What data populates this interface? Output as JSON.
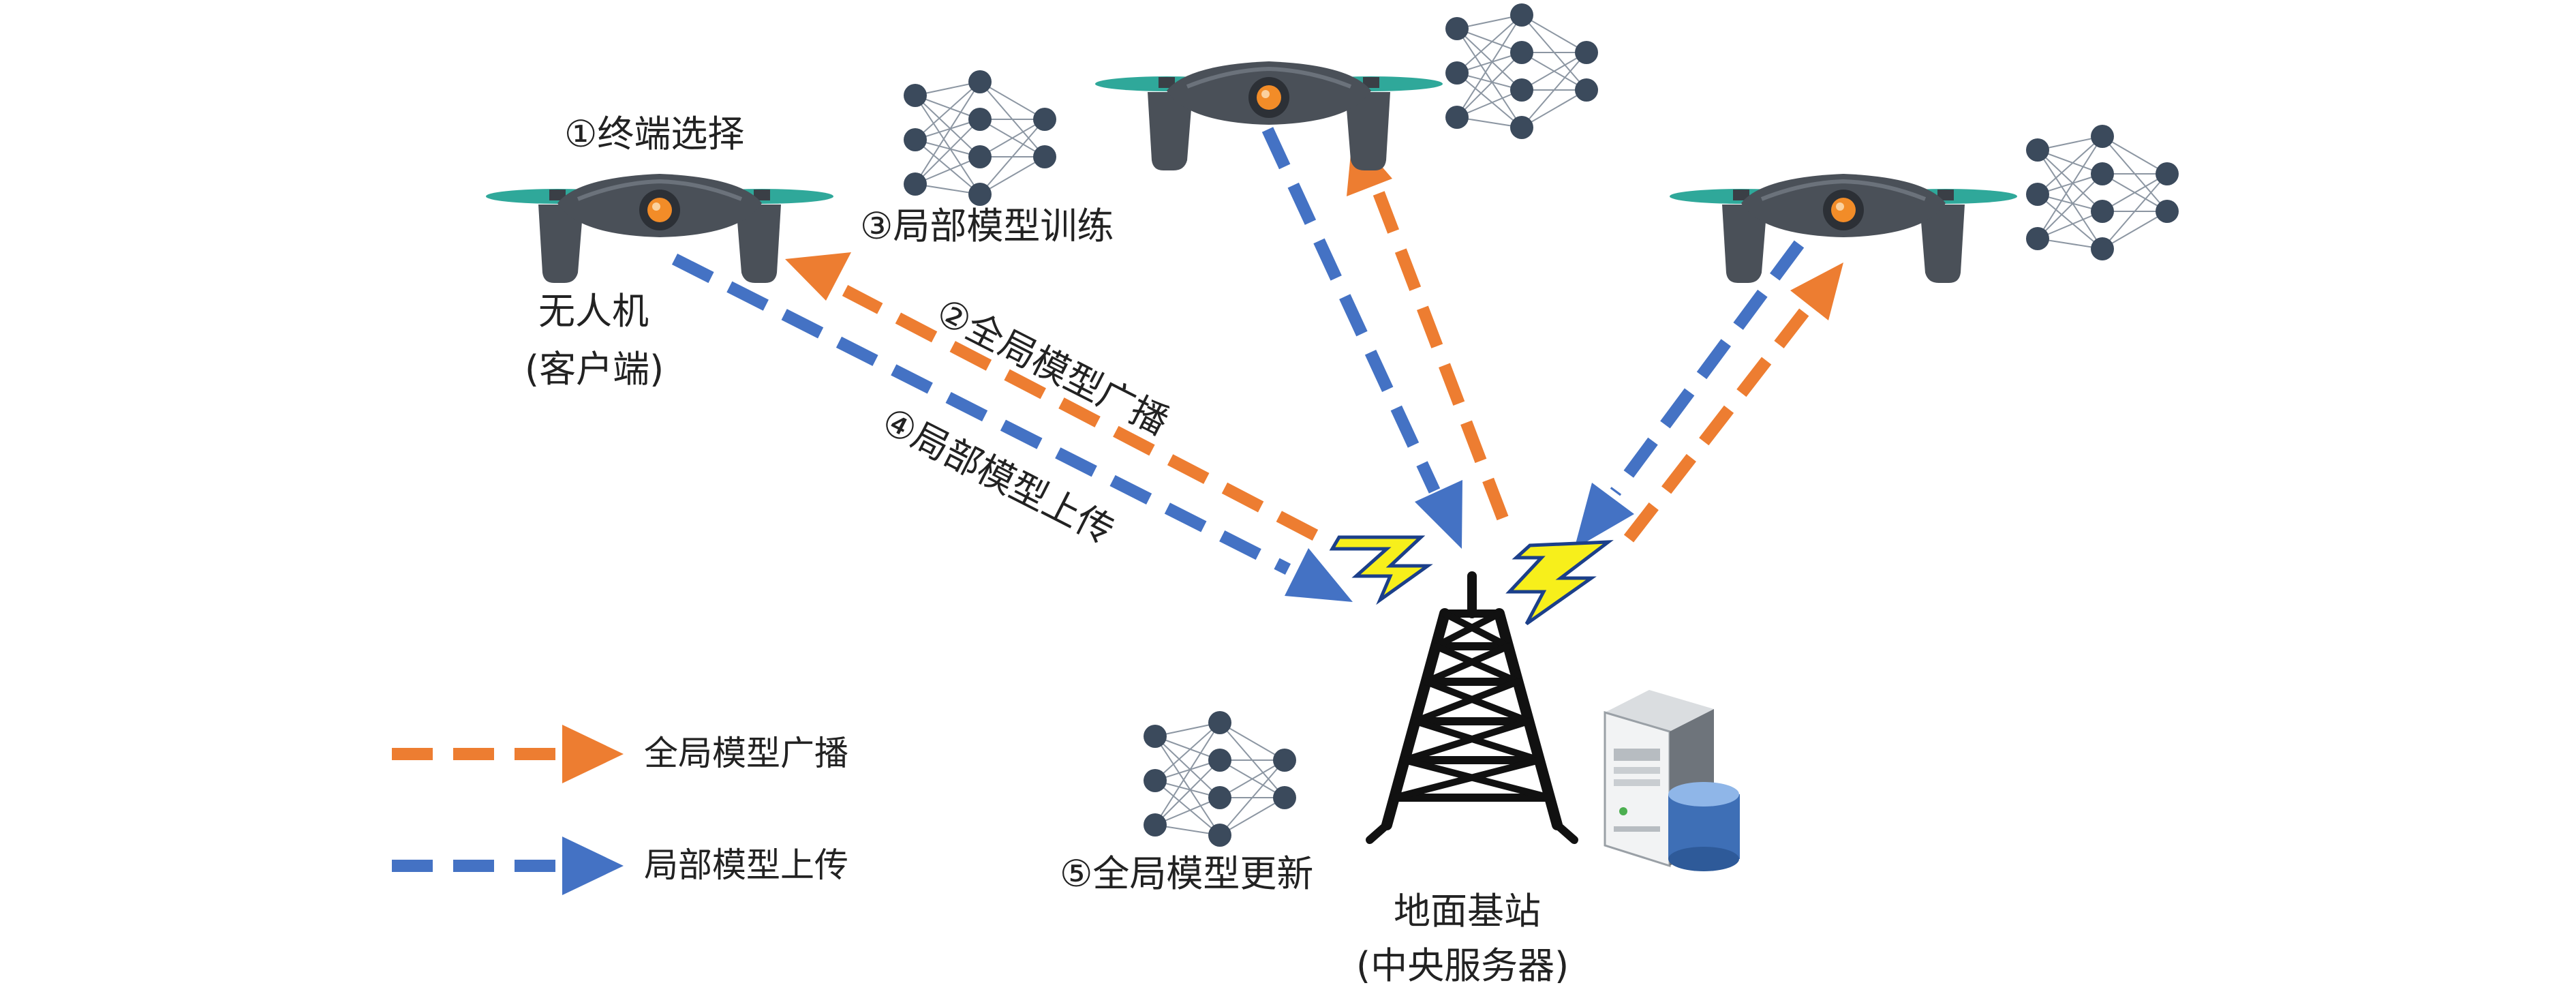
{
  "colors": {
    "broadcast": "#ED7D31",
    "upload": "#4472C4",
    "text": "#222222",
    "rotor": "#2FA89A",
    "body": "#4A5058",
    "camera": "#F28C28",
    "bolt": "#F7EF1B",
    "node": "#3B4A5C",
    "tower": "#111111"
  },
  "labels": {
    "step1": "①终端选择",
    "step2": "②全局模型广播",
    "step3": "③局部模型训练",
    "step4": "④局部模型上传",
    "step5": "⑤全局模型更新",
    "uav_line1": "无人机",
    "uav_line2": "(客户端)",
    "station_line1": "地面基站",
    "station_line2": "(中央服务器)"
  },
  "legend": {
    "broadcast_label": "全局模型广播",
    "upload_label": "局部模型上传"
  },
  "icons": {
    "drone": "drone-icon",
    "network": "neural-network-icon",
    "tower": "radio-tower-icon",
    "server": "server-database-icon",
    "signal": "lightning-signal-icon"
  }
}
